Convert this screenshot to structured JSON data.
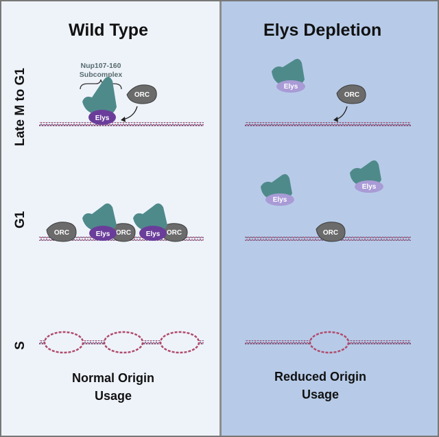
{
  "panels": {
    "left_title": "Wild Type",
    "right_title": "Elys Depletion"
  },
  "rows": {
    "late_m_to_g1": "Late M to G1",
    "g1": "G1",
    "s": "S"
  },
  "annotation": {
    "subcomplex": "Nup107-160",
    "subcomplex_line2": "Subcomplex"
  },
  "shapes": {
    "orc": "ORC",
    "elys": "Elys"
  },
  "captions": {
    "left_line1": "Normal Origin",
    "left_line2": "Usage",
    "right_line1": "Reduced Origin",
    "right_line2": "Usage"
  },
  "colors": {
    "left_bg": "#eef3fa",
    "right_bg": "#b7cbe8",
    "nup": "#4f8a8b",
    "elys": "#6a3d9a",
    "elys_faded": "#a99bd6",
    "orc": "#6b6b6b",
    "dna": "#b04a6a"
  }
}
